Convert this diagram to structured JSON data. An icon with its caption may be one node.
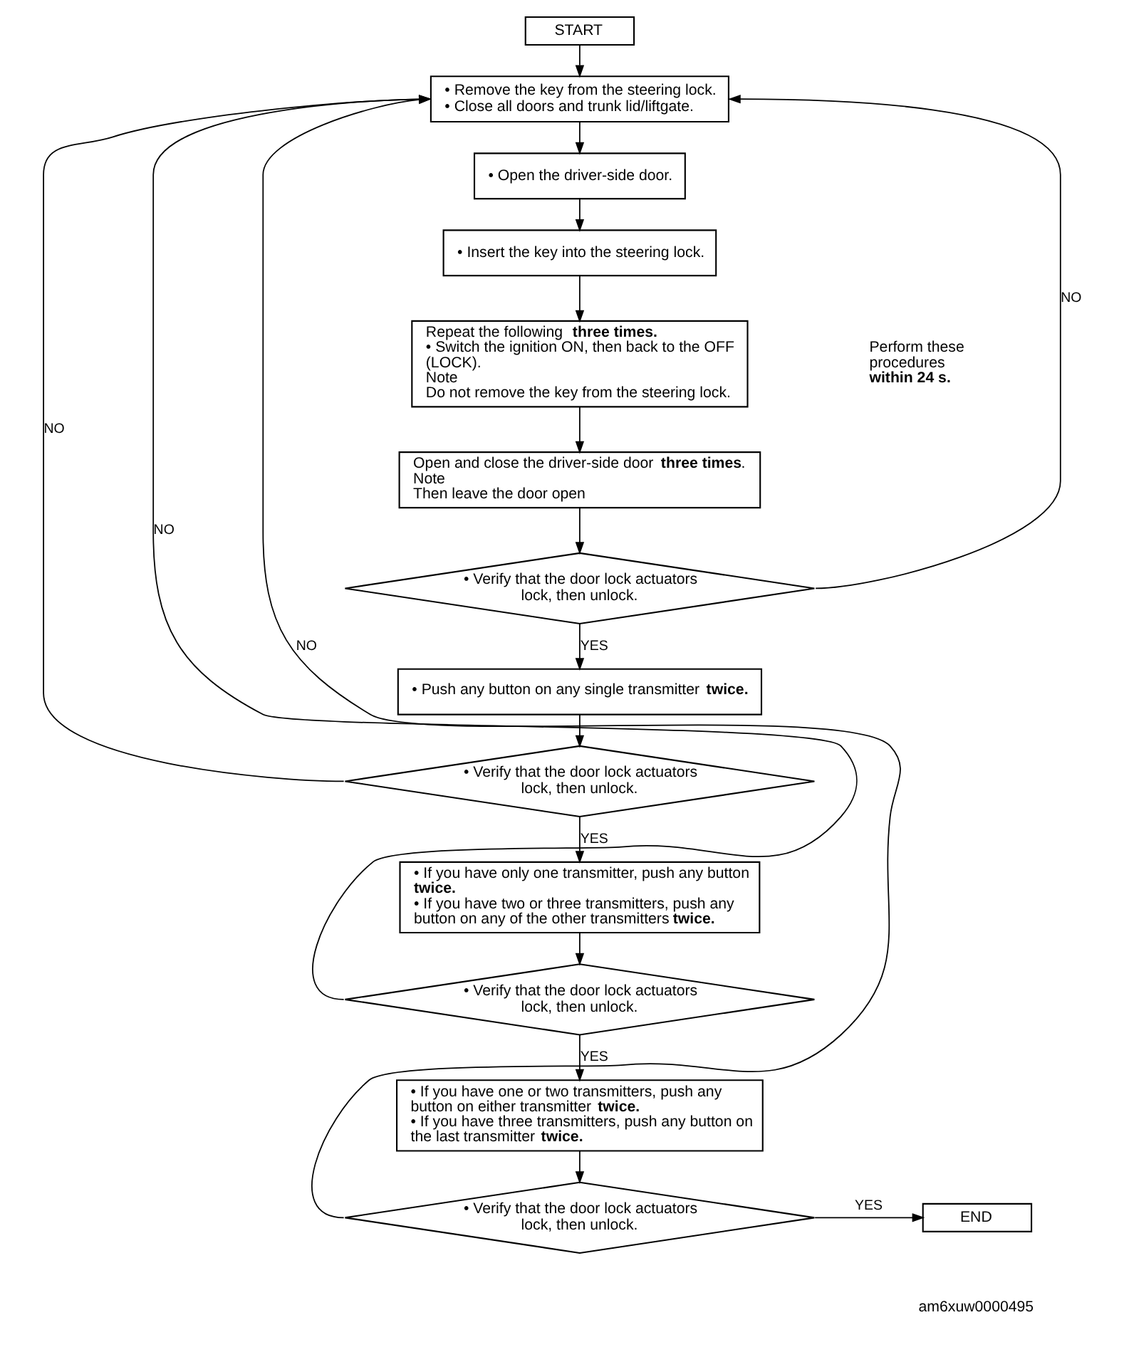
{
  "diagram": {
    "nodes": [
      {
        "text": [
          "START"
        ]
      },
      {
        "text": [
          "• Remove the key from the steering lock.",
          "• Close all doors and trunk lid/liftgate."
        ]
      },
      {
        "text": [
          "• Open the driver-side door."
        ]
      },
      {
        "text": [
          "• Insert the key into the steering lock."
        ]
      },
      {
        "text": [
          "Repeat the following **three times.**",
          "• Switch the ignition ON, then back to the OFF (LOCK).",
          "Note",
          "Do not remove the key from the steering lock."
        ]
      },
      {
        "text": [
          "Open and close the driver-side door **three times**.",
          "Note",
          "Then leave the door open"
        ]
      },
      {
        "text": [
          "• Verify that the door lock actuators lock, then unlock."
        ]
      },
      {
        "text": [
          "• Push any button on any single transmitter **twice.**"
        ]
      },
      {
        "text": [
          "• Verify that the door lock actuators lock, then unlock."
        ]
      },
      {
        "text": [
          "• If you have only one transmitter, push any button **twice.**",
          "• If you have two or three transmitters, push any button on any of the other transmitters **twice.**"
        ]
      },
      {
        "text": [
          "• Verify that the door lock actuators lock, then unlock."
        ]
      },
      {
        "text": [
          "• If you have one or two transmitters, push any button on either transmitter **twice.**",
          "• If you have three transmitters, push any button on the last transmitter **twice.**"
        ]
      },
      {
        "text": [
          "• Verify that the door lock actuators lock, then unlock."
        ]
      },
      {
        "text": [
          "END"
        ]
      }
    ],
    "edges": [
      {
        "from": 0,
        "to": 1,
        "arrow": "to"
      },
      {
        "from": 1,
        "to": 2,
        "arrow": "to"
      },
      {
        "from": 2,
        "to": 3,
        "arrow": "to"
      },
      {
        "from": 3,
        "to": 4,
        "arrow": "to"
      },
      {
        "from": 4,
        "to": 5,
        "arrow": "to"
      },
      {
        "from": 5,
        "to": 6,
        "arrow": "to"
      },
      {
        "from": 6,
        "to": 1,
        "arrow": "to",
        "label": "NO"
      },
      {
        "from": 6,
        "to": 7,
        "arrow": "to",
        "label": "YES"
      },
      {
        "from": 7,
        "to": 8,
        "arrow": "to"
      },
      {
        "from": 8,
        "to": 1,
        "arrow": "to",
        "label": "NO"
      },
      {
        "from": 8,
        "to": 9,
        "arrow": "to",
        "label": "YES"
      },
      {
        "from": 9,
        "to": 10,
        "arrow": "to"
      },
      {
        "from": 10,
        "to": 1,
        "arrow": "to",
        "label": "NO"
      },
      {
        "from": 10,
        "to": 11,
        "arrow": "to",
        "label": "YES"
      },
      {
        "from": 11,
        "to": 12,
        "arrow": "to"
      },
      {
        "from": 12,
        "to": 1,
        "arrow": "to",
        "label": "NO"
      },
      {
        "from": 12,
        "to": 13,
        "arrow": "to",
        "label": "YES"
      }
    ],
    "labels": [
      "Perform these procedures **within 24 s.**",
      "am6xuw0000495"
    ]
  }
}
